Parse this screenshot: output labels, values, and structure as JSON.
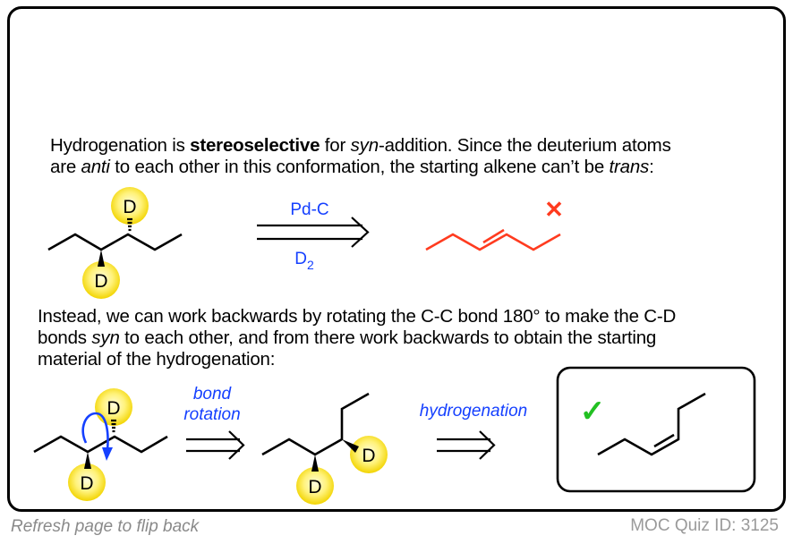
{
  "explanation": {
    "paragraph1": {
      "line1_a": "Hydrogenation is ",
      "line1_b": "stereoselective",
      "line1_c": " for ",
      "line1_d": "syn",
      "line1_e": "-addition. Since the deuterium atoms",
      "line2_a": "are ",
      "line2_b": "anti",
      "line2_c": " to each other in this conformation, the starting alkene can’t be ",
      "line2_d": "trans",
      "line2_e": ":"
    },
    "paragraph2": {
      "line1": "Instead, we can work backwards by rotating the C-C bond 180° to make the C-D",
      "line2_a": "bonds ",
      "line2_b": "syn",
      "line2_c": " to each other, and from there work backwards to obtain the starting",
      "line3": "material of the hydrogenation:"
    }
  },
  "reaction1": {
    "atom_label": "D",
    "reagent_top": "Pd-C",
    "reagent_bottom": "D",
    "reagent_bottom_subscript": "2",
    "wrong_mark": "✕",
    "wrong_color": "#ff3b1f"
  },
  "reaction2": {
    "atom_label": "D",
    "step1_label_line1": "bond",
    "step1_label_line2": "rotation",
    "step2_label": "hydrogenation",
    "correct_mark": "✓",
    "correct_color": "#22c022"
  },
  "colors": {
    "highlight": "#f5dc00",
    "reagent_blue": "#1540ff"
  },
  "footer": {
    "left": "Refresh page to flip back",
    "right": "MOC Quiz ID: 3125"
  }
}
